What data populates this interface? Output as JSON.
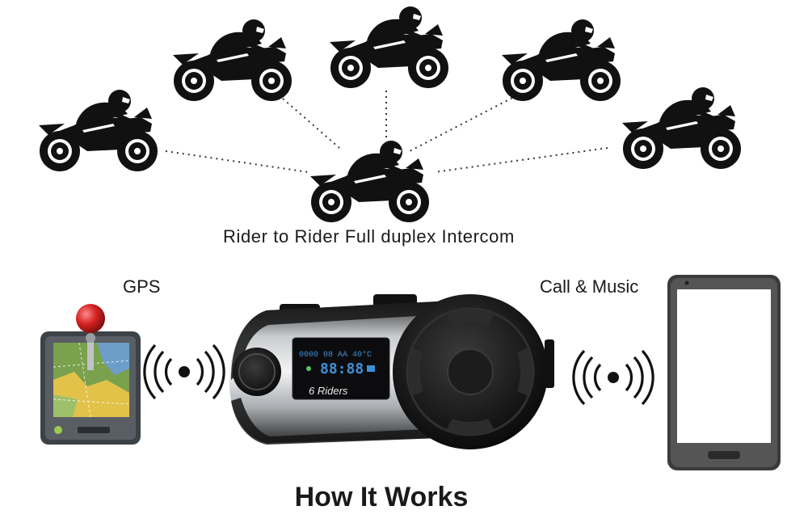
{
  "diagram": {
    "caption": "Rider to Rider Full duplex  Intercom",
    "gps_label": "GPS",
    "call_music_label": "Call & Music",
    "title": "How It Works"
  },
  "device": {
    "screen_info": "0000 08 AA  40°C",
    "screen_digits": "88:88",
    "screen_model": "6 Riders"
  },
  "icons": {
    "rider": "motorcycle-rider-icon",
    "gps": "gps-device-icon",
    "wireless": "wireless-signal-icon",
    "phone": "smartphone-icon",
    "headset": "intercom-headset-icon"
  },
  "colors": {
    "ink": "#111111",
    "gps_body": "#3d4247",
    "map_green": "#7aa14d",
    "map_yellow": "#e3c24a",
    "map_blue": "#6c9ec9",
    "pin_red": "#d62323",
    "screen_blue": "#3f8fd6"
  }
}
